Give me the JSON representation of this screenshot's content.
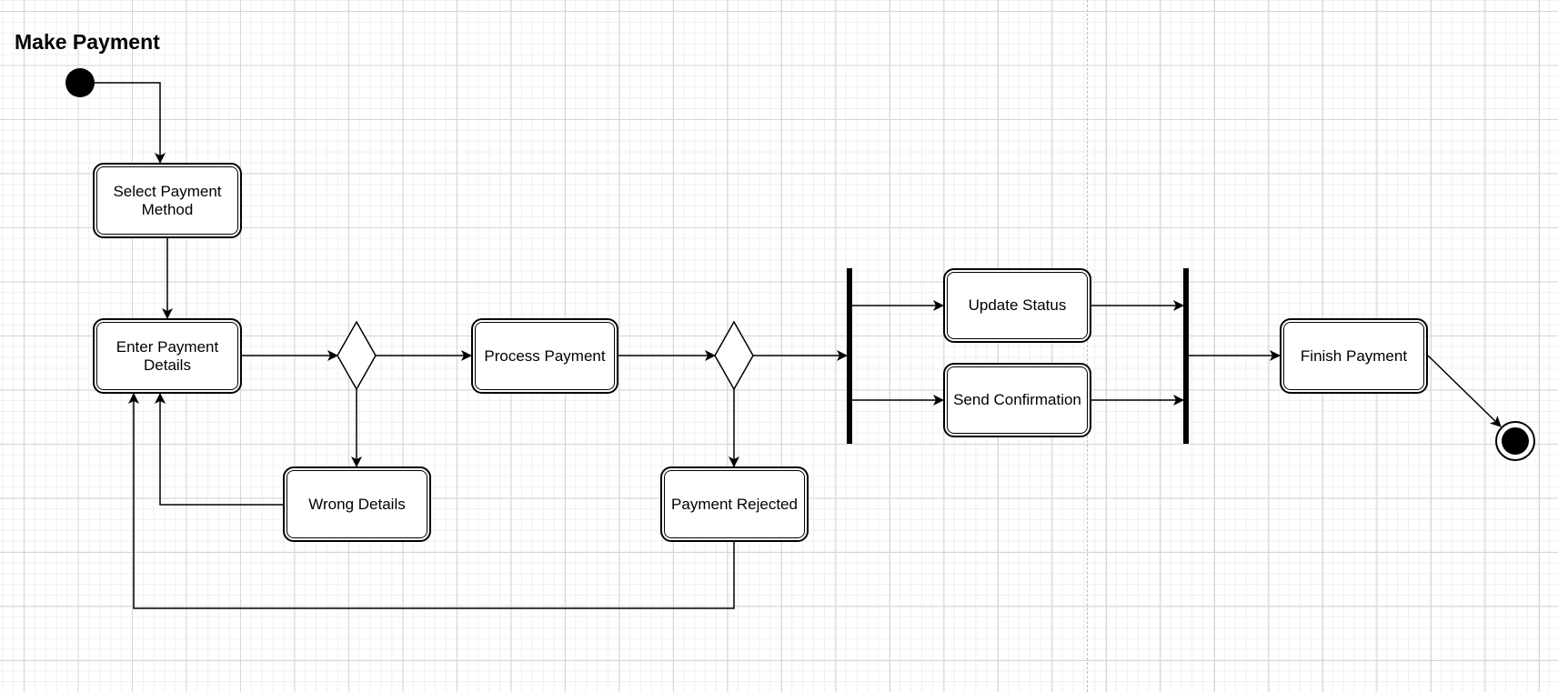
{
  "diagram": {
    "title": "Make Payment",
    "nodes": {
      "select_payment_method": "Select Payment\nMethod",
      "enter_payment_details": "Enter Payment\nDetails",
      "process_payment": "Process Payment",
      "wrong_details": "Wrong Details",
      "payment_rejected": "Payment Rejected",
      "update_status": "Update Status",
      "send_confirmation": "Send Confirmation",
      "finish_payment": "Finish Payment"
    },
    "decisions": [
      "details-check",
      "payment-check"
    ],
    "bars": [
      "fork",
      "join"
    ],
    "edges": [
      [
        "start",
        "select_payment_method"
      ],
      [
        "select_payment_method",
        "enter_payment_details"
      ],
      [
        "enter_payment_details",
        "details-check"
      ],
      [
        "details-check",
        "process_payment"
      ],
      [
        "details-check",
        "wrong_details"
      ],
      [
        "wrong_details",
        "enter_payment_details"
      ],
      [
        "process_payment",
        "payment-check"
      ],
      [
        "payment-check",
        "fork"
      ],
      [
        "payment-check",
        "payment_rejected"
      ],
      [
        "payment_rejected",
        "enter_payment_details"
      ],
      [
        "fork",
        "update_status"
      ],
      [
        "fork",
        "send_confirmation"
      ],
      [
        "update_status",
        "join"
      ],
      [
        "send_confirmation",
        "join"
      ],
      [
        "join",
        "finish_payment"
      ],
      [
        "finish_payment",
        "end"
      ]
    ]
  }
}
